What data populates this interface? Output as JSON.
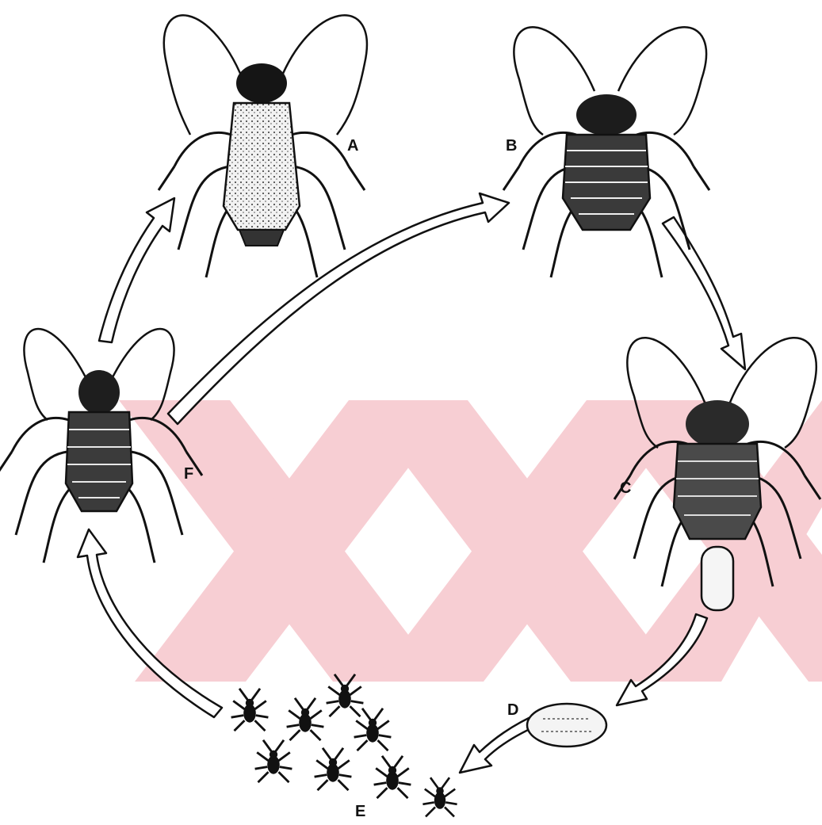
{
  "diagram": {
    "stages": [
      {
        "id": "A",
        "label": "A",
        "icon": "adult-cockroach-icon"
      },
      {
        "id": "B",
        "label": "B",
        "icon": "nymph-cockroach-icon"
      },
      {
        "id": "C",
        "label": "C",
        "icon": "female-with-ootheca-icon"
      },
      {
        "id": "D",
        "label": "D",
        "icon": "egg-case-icon"
      },
      {
        "id": "E",
        "label": "E",
        "icon": "hatchling-nymphs-icon"
      },
      {
        "id": "F",
        "label": "F",
        "icon": "late-nymph-icon"
      }
    ],
    "arrows": [
      {
        "from": "F",
        "to": "A"
      },
      {
        "from": "F",
        "to": "B"
      },
      {
        "from": "B",
        "to": "C"
      },
      {
        "from": "C",
        "to": "D"
      },
      {
        "from": "D",
        "to": "E"
      },
      {
        "from": "E",
        "to": "F"
      }
    ],
    "watermark_color": "#f7c9cf",
    "ink_color": "#111111"
  }
}
